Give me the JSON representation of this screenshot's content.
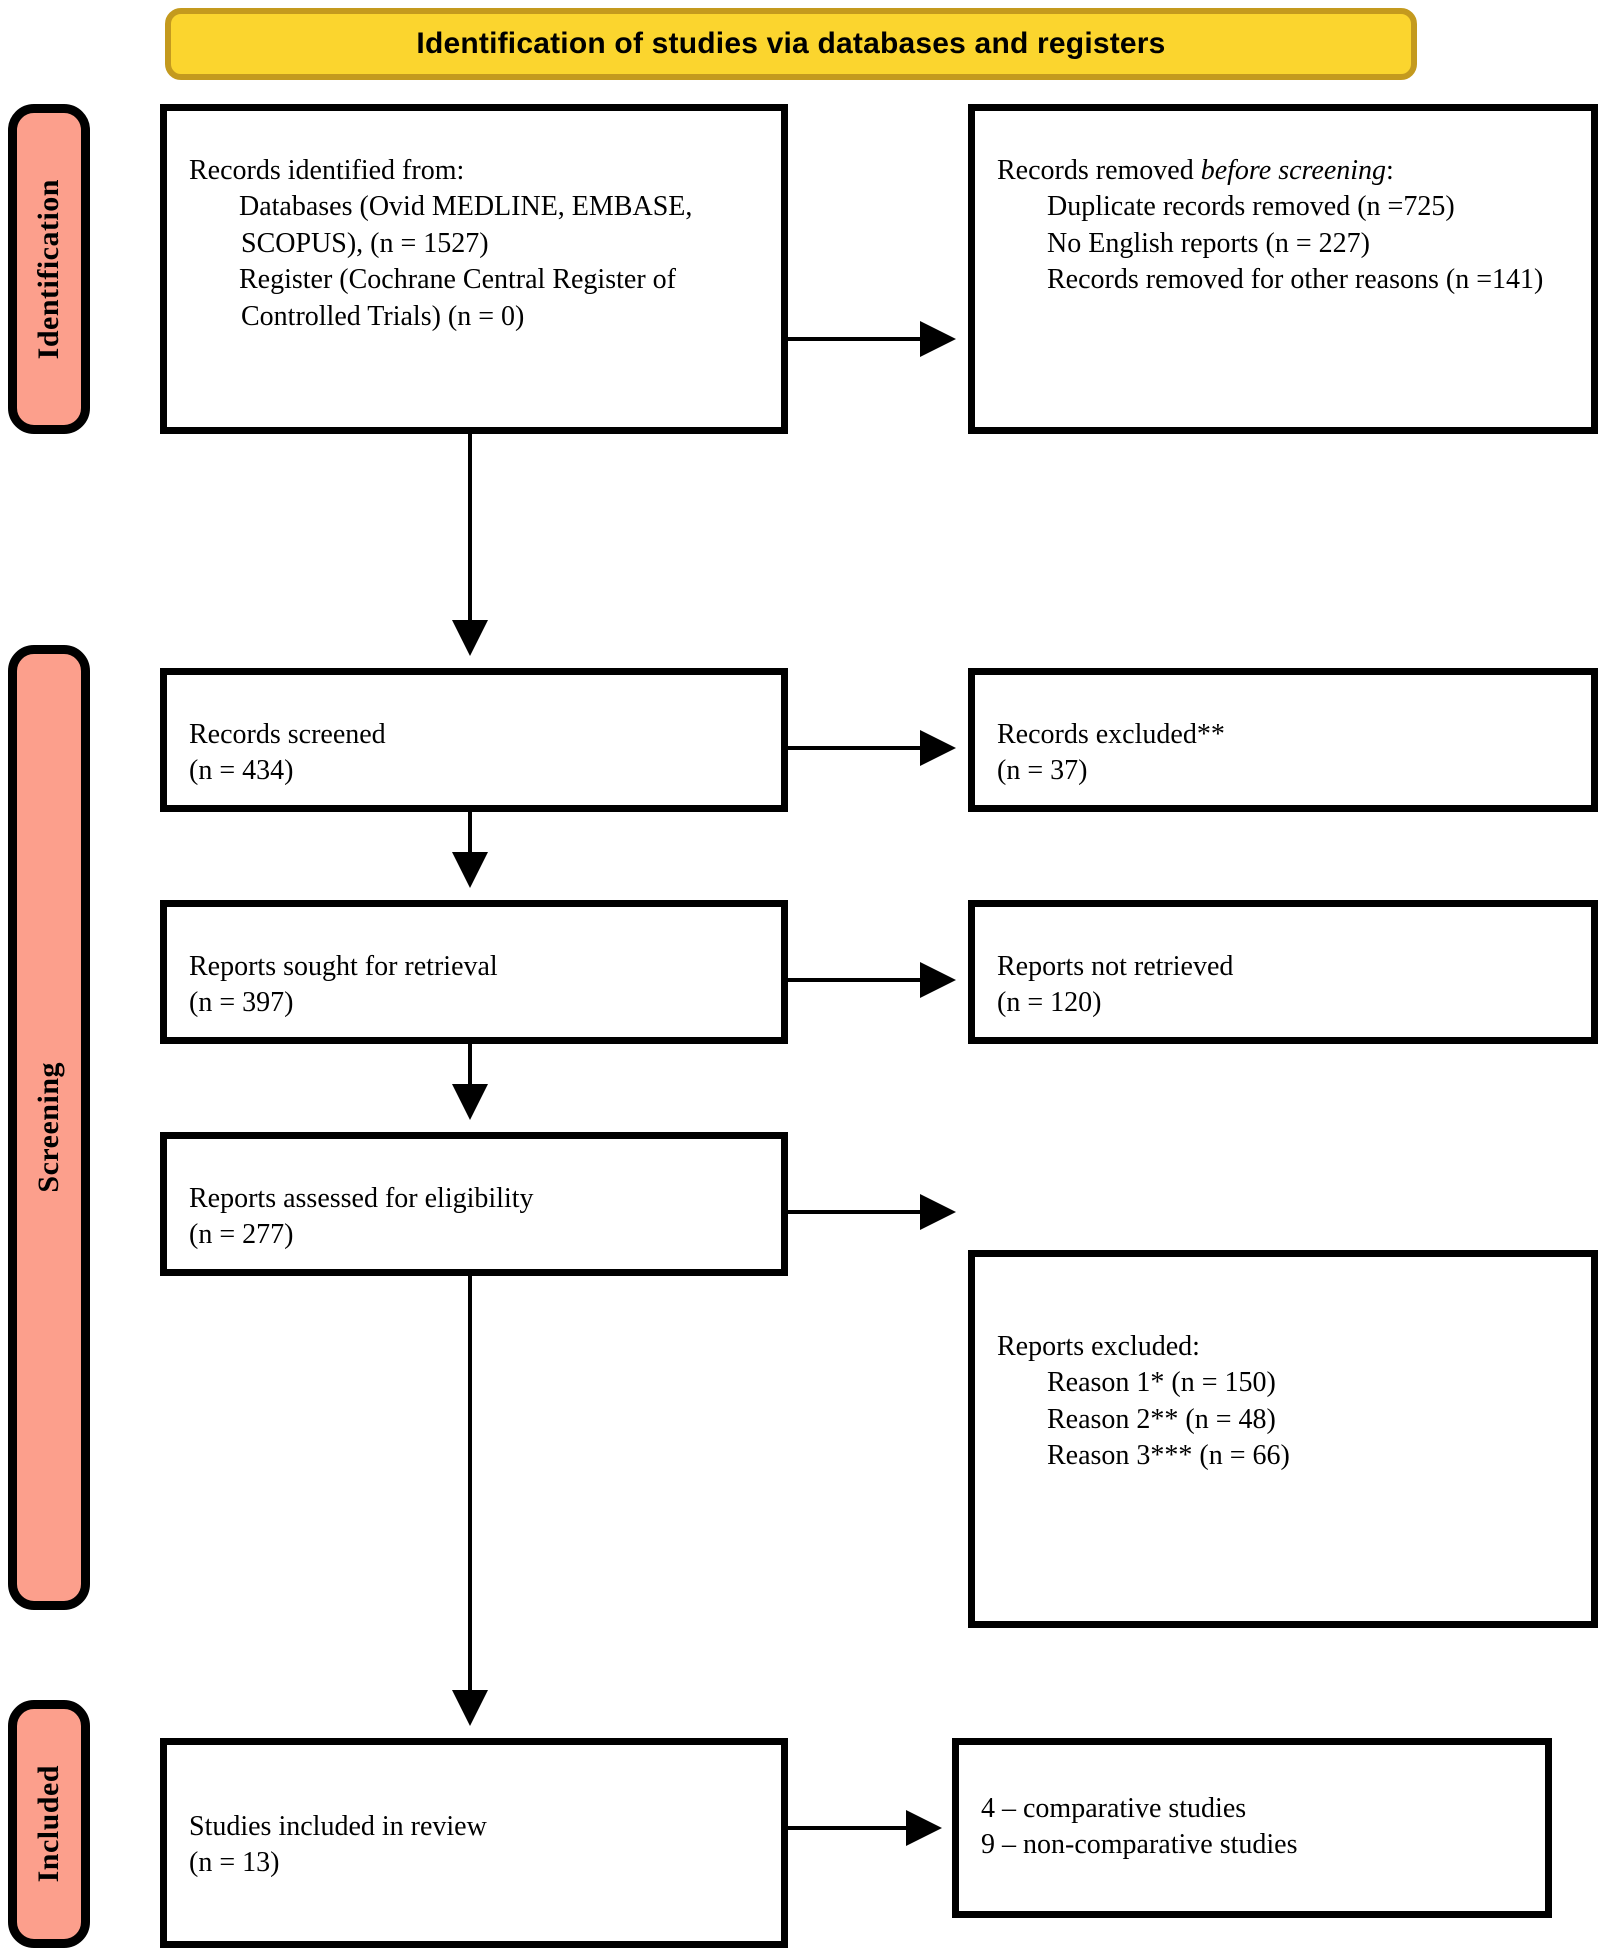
{
  "banner": {
    "title": "Identification of studies via databases and registers"
  },
  "stages": [
    {
      "name": "identification",
      "label": "Identification"
    },
    {
      "name": "screening",
      "label": "Screening"
    },
    {
      "name": "included",
      "label": "Included"
    }
  ],
  "colors": {
    "banner_fill": "#FBD52E",
    "banner_border": "#C49A1E",
    "stage_fill": "#FC9F8C",
    "box_border": "#000000",
    "box_fill": "#FFFFFF",
    "text": "#000000"
  },
  "boxes": {
    "identified": {
      "title": "Records identified from:",
      "line1": "Databases (Ovid MEDLINE, EMBASE, SCOPUS), (n = 1527)",
      "line2": "Register (Cochrane Central Register of Controlled Trials) (n = 0)"
    },
    "removed": {
      "title_plain": "Records removed ",
      "title_italic": "before screening",
      "title_colon": ":",
      "line1": "Duplicate records removed (n =725)",
      "line2": "No English reports (n = 227)",
      "line3": "Records removed for other reasons (n =141)"
    },
    "screened": {
      "title": "Records screened",
      "count": "(n = 434)"
    },
    "excluded": {
      "title": "Records excluded**",
      "count": "(n = 37)"
    },
    "sought": {
      "title": "Reports sought for retrieval",
      "count": "(n = 397)"
    },
    "not_retrieved": {
      "title": "Reports not retrieved",
      "count": "(n = 120)"
    },
    "assessed": {
      "title": "Reports assessed for eligibility",
      "count": "(n = 277)"
    },
    "reports_excluded": {
      "title": "Reports excluded:",
      "reason1": "Reason 1* (n = 150)",
      "reason2": "Reason 2** (n = 48)",
      "reason3": "Reason 3*** (n = 66)"
    },
    "included_review": {
      "title": "Studies included in review",
      "count": "(n = 13)"
    },
    "breakdown": {
      "line1": "4 – comparative studies",
      "line2": "9 – non-comparative studies"
    }
  }
}
